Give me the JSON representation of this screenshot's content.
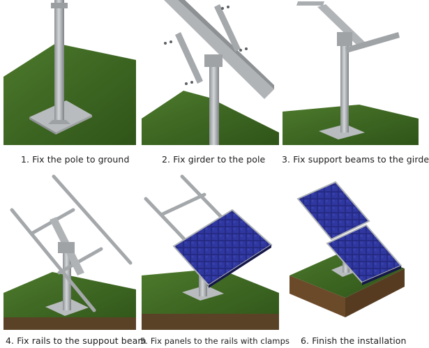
{
  "steps": [
    {
      "label": "1. Fix the pole to ground"
    },
    {
      "label": "2. Fix girder to the pole"
    },
    {
      "label": "3. Fix support beams to the girde"
    },
    {
      "label": "4. Fix rails to the suppout beam"
    },
    {
      "label": "5. Fix panels to the rails with clamps"
    },
    {
      "label": "6. Finish the installation"
    }
  ],
  "colors": {
    "grass": "#3f6a23",
    "soil": "#6b4a2a",
    "steel": "#a7abae",
    "panel": "#25287a"
  }
}
